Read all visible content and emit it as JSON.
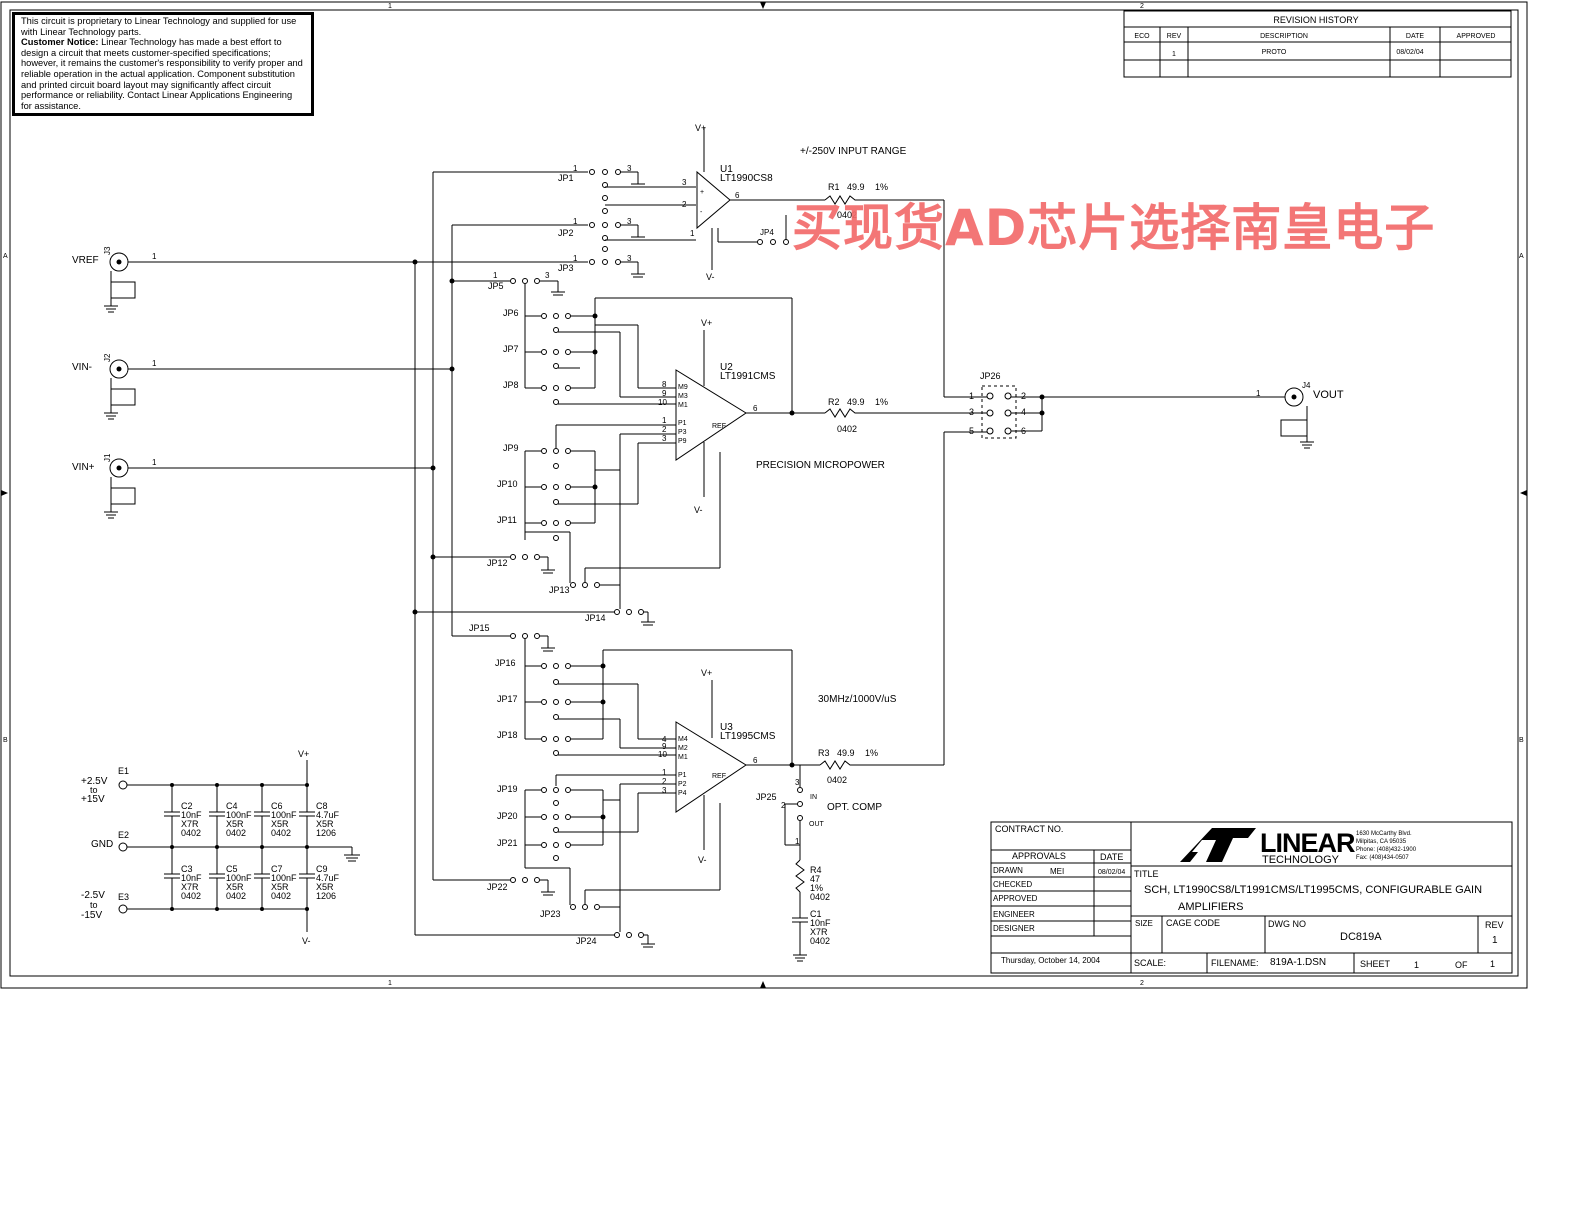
{
  "notice": {
    "line1": "This circuit is proprietary to Linear Technology and supplied for use with Linear Technology parts.",
    "label": "Customer Notice:",
    "body": "Linear Technology has made a best effort to design a circuit that meets customer-specified specifications; however, it remains the customer's responsibility to verify proper and reliable operation in the actual application. Component substitution and printed circuit board layout may significantly affect circuit performance or reliability. Contact Linear Applications Engineering for assistance."
  },
  "watermark": "买现货AD芯片选择南皇电子",
  "border": {
    "zone_top_1": "1",
    "zone_top_2": "2",
    "zone_left_a": "A",
    "zone_left_b": "B"
  },
  "revision": {
    "title": "REVISION HISTORY",
    "headers": [
      "ECO",
      "REV",
      "DESCRIPTION",
      "DATE",
      "APPROVED"
    ],
    "row": [
      "",
      "1",
      "PROTO",
      "08/02/04",
      ""
    ]
  },
  "connectors": {
    "vref": "VREF",
    "vref_ref": "J3",
    "vinm": "VIN-",
    "vinm_ref": "J2",
    "vinp": "VIN+",
    "vinp_ref": "J1",
    "vout": "VOUT",
    "vout_ref": "J4"
  },
  "rails": {
    "vplus": "V+",
    "vminus": "V-"
  },
  "amps": {
    "u1": {
      "ref": "U1",
      "part": "LT1990CS8",
      "note": "+/-250V INPUT RANGE"
    },
    "u2": {
      "ref": "U2",
      "part": "LT1991CMS",
      "note": "PRECISION MICROPOWER"
    },
    "u3": {
      "ref": "U3",
      "part": "LT1995CMS",
      "note": "30MHz/1000V/uS"
    }
  },
  "resistors": {
    "r1": {
      "ref": "R1",
      "value": "49.9",
      "tol": "1%",
      "pkg": "0402"
    },
    "r2": {
      "ref": "R2",
      "value": "49.9",
      "tol": "1%",
      "pkg": "0402"
    },
    "r3": {
      "ref": "R3",
      "value": "49.9",
      "tol": "1%",
      "pkg": "0402"
    },
    "r4": {
      "ref": "R4",
      "value": "47",
      "tol": "1%",
      "pkg": "0402"
    }
  },
  "c1": {
    "ref": "C1",
    "value": "10nF",
    "diel": "X7R",
    "pkg": "0402"
  },
  "jp25": {
    "ref": "JP25",
    "in": "IN",
    "out": "OUT",
    "label": "OPT. COMP"
  },
  "jp26": "JP26",
  "jumpers": [
    "JP1",
    "JP2",
    "JP3",
    "JP4",
    "JP5",
    "JP6",
    "JP7",
    "JP8",
    "JP9",
    "JP10",
    "JP11",
    "JP12",
    "JP13",
    "JP14",
    "JP15",
    "JP16",
    "JP17",
    "JP18",
    "JP19",
    "JP20",
    "JP21",
    "JP22",
    "JP23",
    "JP24"
  ],
  "power": {
    "e1": "E1",
    "e2": "E2",
    "e3": "E3",
    "pos_line1": "+2.5V",
    "pos_line2": "to",
    "pos_line3": "+15V",
    "gnd": "GND",
    "neg_line1": "-2.5V",
    "neg_line2": "to",
    "neg_line3": "-15V"
  },
  "caps_top": [
    {
      "ref": "C2",
      "value": "10nF",
      "diel": "X7R",
      "pkg": "0402"
    },
    {
      "ref": "C4",
      "value": "100nF",
      "diel": "X5R",
      "pkg": "0402"
    },
    {
      "ref": "C6",
      "value": "100nF",
      "diel": "X5R",
      "pkg": "0402"
    },
    {
      "ref": "C8",
      "value": "4.7uF",
      "diel": "X5R",
      "pkg": "1206"
    }
  ],
  "caps_bottom": [
    {
      "ref": "C3",
      "value": "10nF",
      "diel": "X7R",
      "pkg": "0402"
    },
    {
      "ref": "C5",
      "value": "100nF",
      "diel": "X5R",
      "pkg": "0402"
    },
    {
      "ref": "C7",
      "value": "100nF",
      "diel": "X5R",
      "pkg": "0402"
    },
    {
      "ref": "C9",
      "value": "4.7uF",
      "diel": "X5R",
      "pkg": "1206"
    }
  ],
  "titleblock": {
    "contract": "CONTRACT NO.",
    "approvals": "APPROVALS",
    "date_hdr": "DATE",
    "drawn": "DRAWN",
    "drawn_by": "MEI",
    "drawn_date": "08/02/04",
    "checked": "CHECKED",
    "approved": "APPROVED",
    "engineer": "ENGINEER",
    "designer": "DESIGNER",
    "brand": "LINEAR",
    "brand_sub": "TECHNOLOGY",
    "addr1": "1630 McCarthy Blvd.",
    "addr2": "Milpitas, CA 95035",
    "addr3": "Phone: (408)432-1900",
    "addr4": "Fax: (408)434-0507",
    "title_lbl": "TITLE",
    "title1": "SCH, LT1990CS8/LT1991CMS/LT1995CMS, CONFIGURABLE GAIN",
    "title2": "AMPLIFIERS",
    "size": "SIZE",
    "cage": "CAGE CODE",
    "dwg_lbl": "DWG NO",
    "dwg": "DC819A",
    "rev_lbl": "REV",
    "rev": "1",
    "date": "Thursday, October 14, 2004",
    "scale": "SCALE:",
    "filename_lbl": "FILENAME:",
    "filename": "819A-1.DSN",
    "sheet_lbl": "SHEET",
    "sheet": "1",
    "of_lbl": "OF",
    "of": "1"
  }
}
